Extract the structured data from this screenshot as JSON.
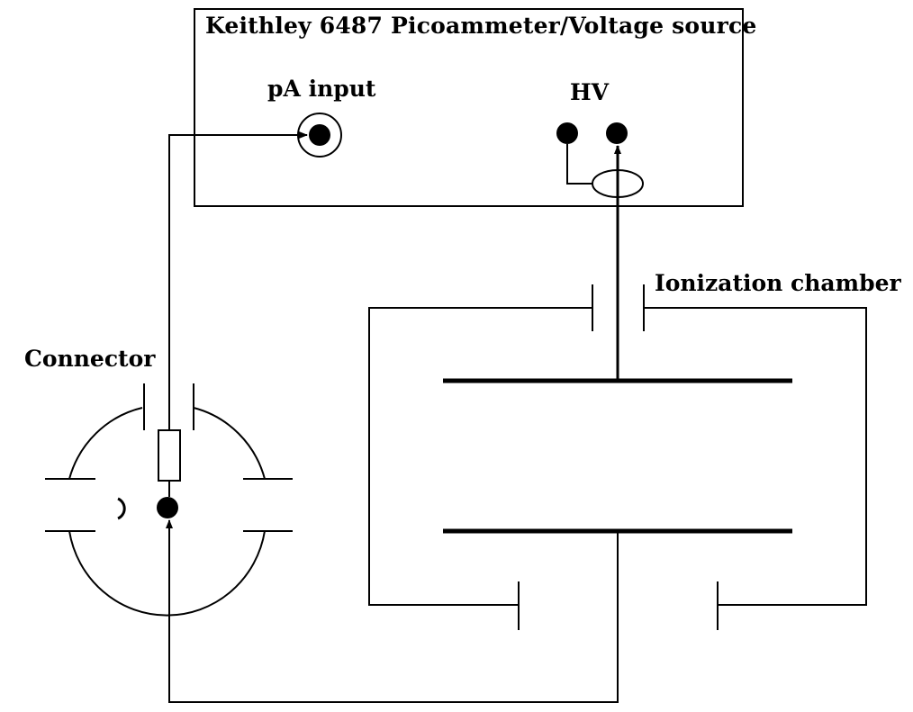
{
  "labels": {
    "instrument_title": "Keithley 6487 Picoammeter/Voltage source",
    "pa_input": "pA input",
    "hv": "HV",
    "ionization_chamber": "Ionization chamber",
    "connector": "Connector"
  },
  "colors": {
    "stroke": "#000000",
    "background": "#ffffff"
  }
}
